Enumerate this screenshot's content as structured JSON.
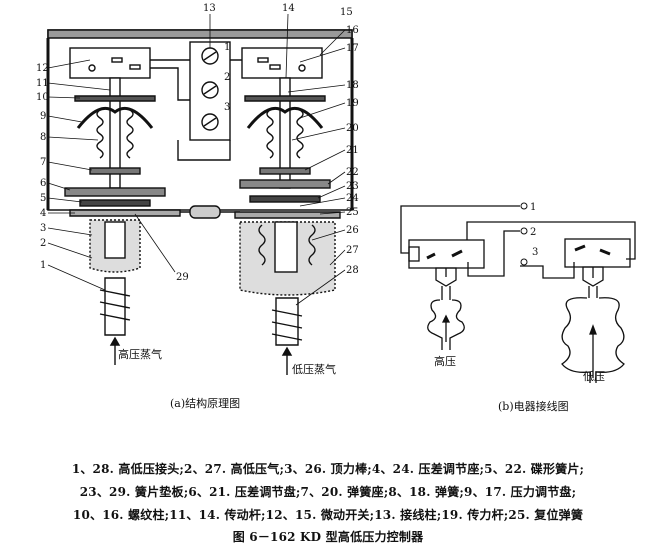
{
  "diagram_a": {
    "caption": "(a)结构原理图",
    "input_high": "高压蒸气",
    "input_low": "低压蒸气",
    "terminal_labels": [
      "1",
      "2",
      "3"
    ],
    "part_numbers_left": [
      "12",
      "11",
      "10",
      "9",
      "8",
      "7",
      "6",
      "5",
      "4",
      "3",
      "2",
      "1"
    ],
    "part_numbers_right": [
      "15",
      "16",
      "17",
      "18",
      "19",
      "20",
      "21",
      "22",
      "23",
      "24",
      "25",
      "26",
      "27",
      "28"
    ],
    "part_numbers_top": [
      "13",
      "14"
    ],
    "part_number_bottom": "29"
  },
  "diagram_b": {
    "caption": "(b)电器接线图",
    "terminals": [
      "1",
      "2",
      "3"
    ],
    "high_label": "高压",
    "low_label": "低压"
  },
  "legend": {
    "line1": "1、28. 高低压接头;2、27. 高低压气;3、26. 顶力棒;4、24. 压差调节座;5、22. 碟形簧片;",
    "line2": "23、29. 簧片垫板;6、21. 压差调节盘;7、20. 弹簧座;8、18. 弹簧;9、17. 压力调节盘;",
    "line3": "10、16. 螺纹柱;11、14. 传动杆;12、15. 微动开关;13. 接线柱;19. 传力杆;25. 复位弹簧"
  },
  "figure_title": "图 6－162   KD 型高低压力控制器"
}
